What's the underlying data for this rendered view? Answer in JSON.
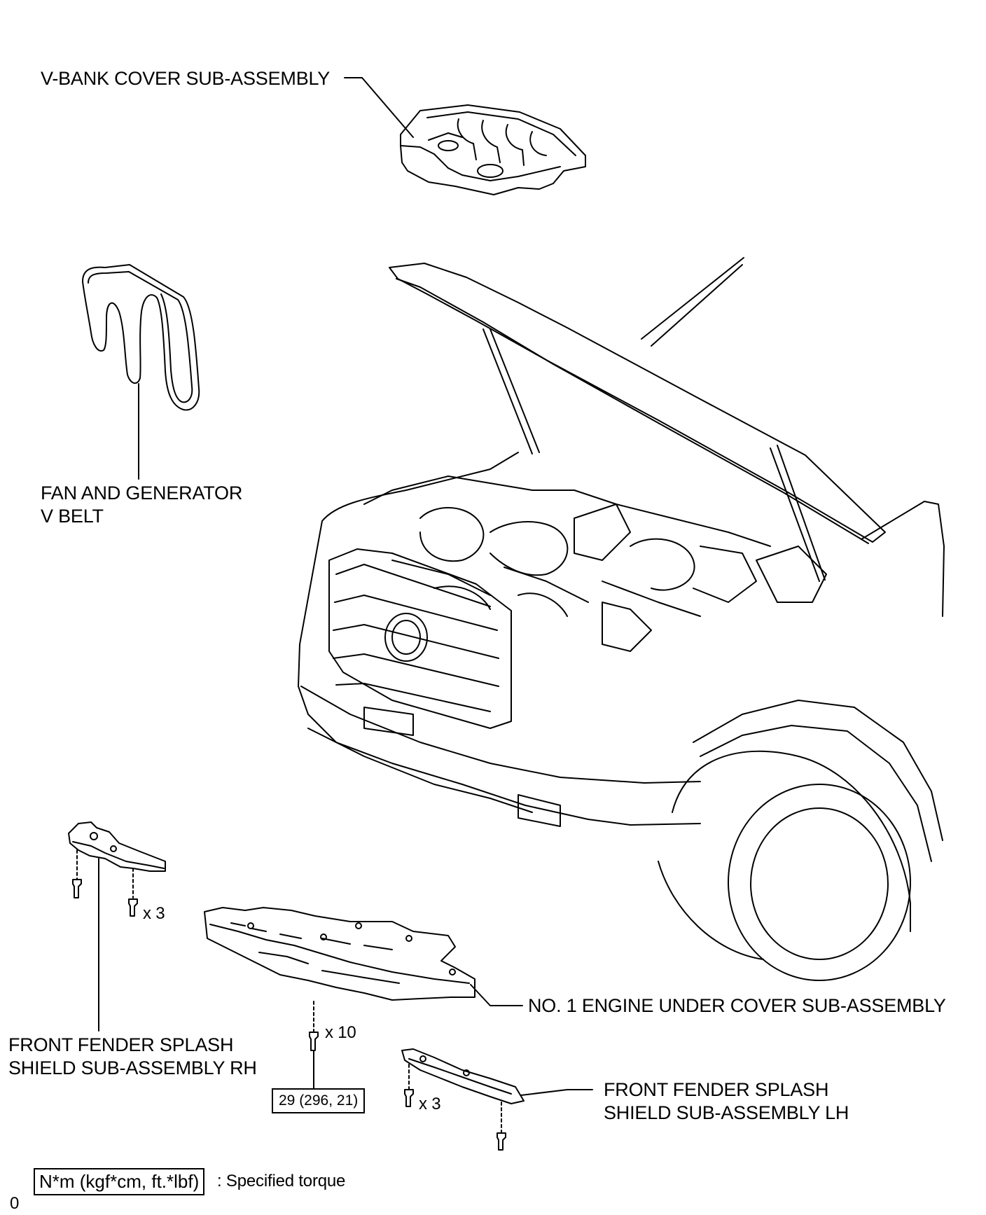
{
  "labels": {
    "v_bank_cover": "V-BANK COVER SUB-ASSEMBLY",
    "fan_belt_line1": "FAN AND GENERATOR",
    "fan_belt_line2": "V BELT",
    "under_cover": "NO. 1 ENGINE UNDER COVER SUB-ASSEMBLY",
    "splash_rh_line1": "FRONT FENDER SPLASH",
    "splash_rh_line2": "SHIELD SUB-ASSEMBLY RH",
    "splash_lh_line1": "FRONT FENDER SPLASH",
    "splash_lh_line2": "SHIELD SUB-ASSEMBLY LH"
  },
  "fastener_counts": {
    "rh_bolts": "x 3",
    "under_cover_bolts": "x 10",
    "lh_bolts": "x 3"
  },
  "torque": {
    "under_cover_value": "29 (296, 21)"
  },
  "legend": {
    "unit_box": "N*m (kgf*cm, ft.*lbf)",
    "description": ": Specified torque"
  },
  "footer": {
    "code": "0"
  }
}
